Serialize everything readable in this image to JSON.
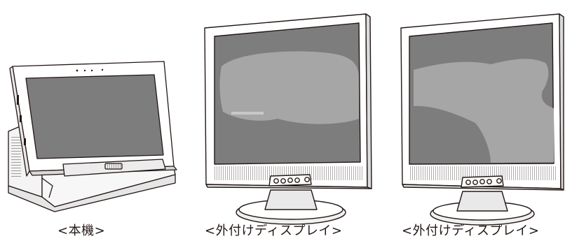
{
  "captions": {
    "main_unit": "<本機>",
    "external_display_1": "<外付けディスプレイ>",
    "external_display_2": "<外付けディスプレイ>"
  },
  "colors": {
    "line": "#231815",
    "screen": "#7d7d7d",
    "whale": "#a6a6a6",
    "bezel": "#ffffff",
    "dock": "#f7f7f7"
  },
  "icons": [
    "tablet-pc-illustration",
    "docking-station-illustration",
    "monitor-illustration",
    "whale-wallpaper-image"
  ]
}
